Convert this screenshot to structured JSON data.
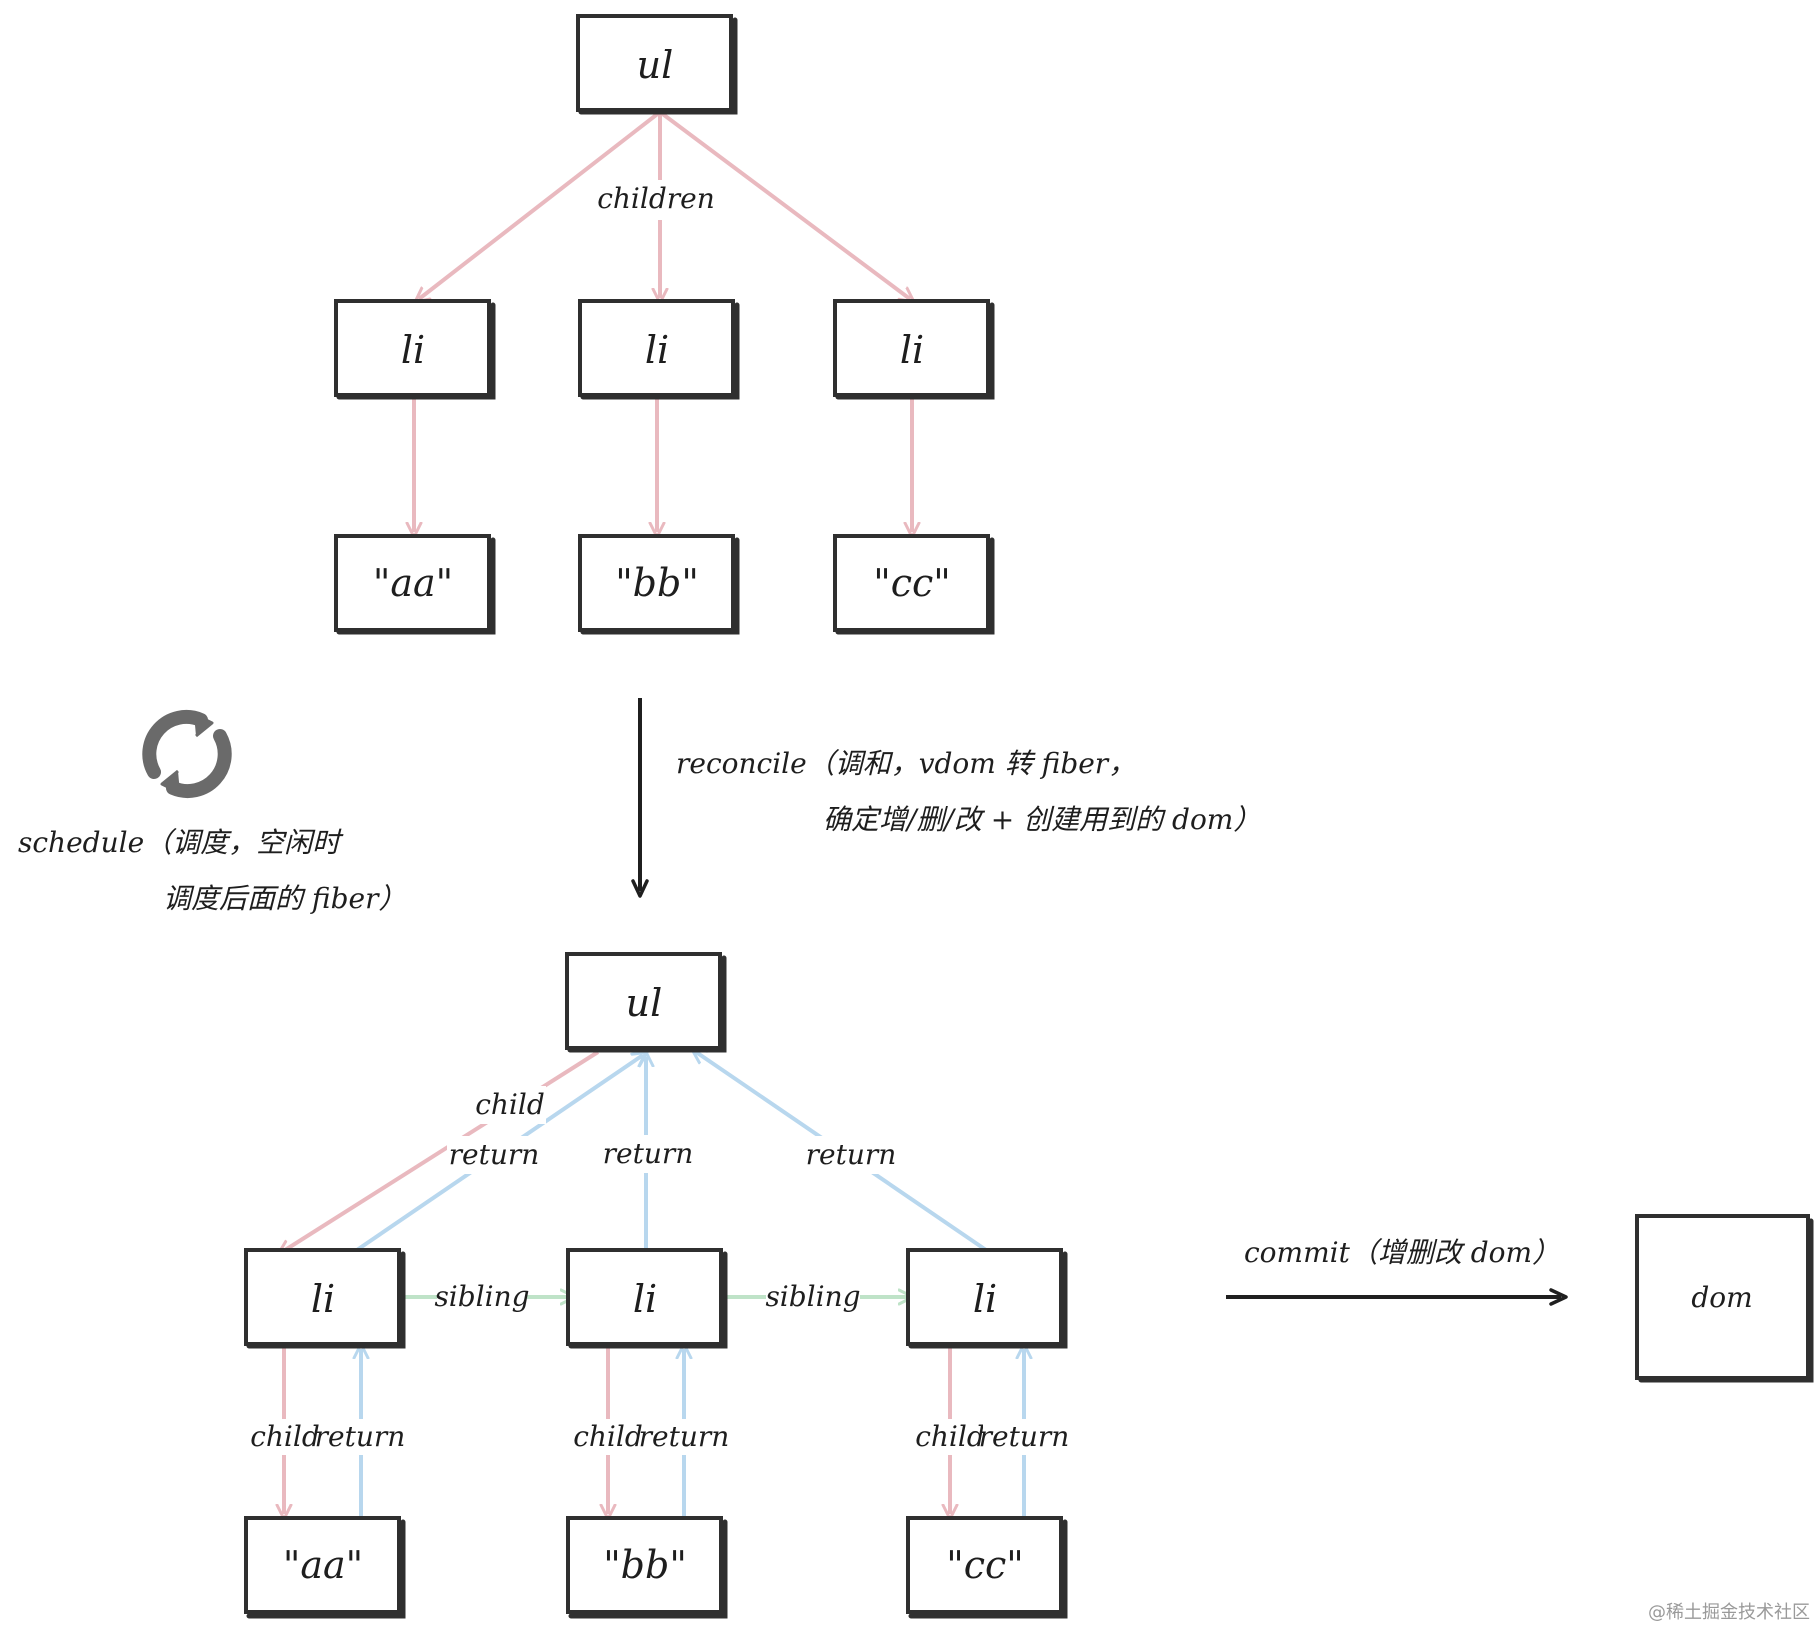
{
  "colors": {
    "box_stroke": "#2f2f2f",
    "children_edge": "#e9b9bf",
    "return_edge": "#b8d7ee",
    "sibling_edge": "#bfe3c8",
    "main_arrow": "#1f1f1f",
    "watermark": "#9a9a9a"
  },
  "icons": {
    "schedule_icon": "refresh-cycle-icon"
  },
  "top_tree": {
    "root": "ul",
    "children_label": "children",
    "items": [
      {
        "label": "li",
        "text": "\"aa\""
      },
      {
        "label": "li",
        "text": "\"bb\""
      },
      {
        "label": "li",
        "text": "\"cc\""
      }
    ]
  },
  "schedule": {
    "line1": "schedule（调度，空闲时",
    "line2": "调度后面的 fiber）"
  },
  "reconcile": {
    "line1": "reconcile（调和，vdom 转 fiber，",
    "line2": "确定增/删/改 + 创建用到的 dom）"
  },
  "bottom_tree": {
    "root": "ul",
    "child_label": "child",
    "return_label": "return",
    "sibling_label": "sibling",
    "items": [
      {
        "label": "li",
        "text": "\"aa\""
      },
      {
        "label": "li",
        "text": "\"bb\""
      },
      {
        "label": "li",
        "text": "\"cc\""
      }
    ]
  },
  "commit": {
    "label": "commit（增删改 dom）",
    "target": "dom"
  },
  "watermark": "@稀土掘金技术社区"
}
